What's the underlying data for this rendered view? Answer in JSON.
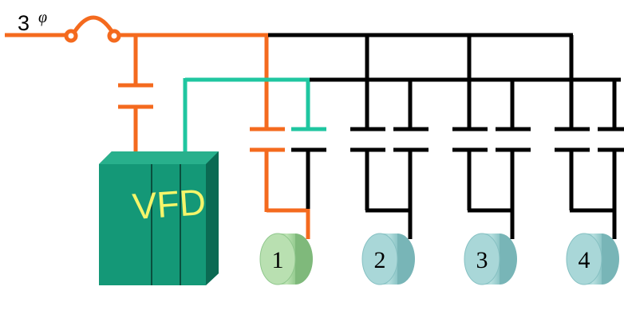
{
  "supply": {
    "label": "3",
    "symbol": "φ"
  },
  "drive": {
    "label": "VFD"
  },
  "motors": [
    {
      "number": "1",
      "state": "on-vfd"
    },
    {
      "number": "2",
      "state": "idle"
    },
    {
      "number": "3",
      "state": "idle"
    },
    {
      "number": "4",
      "state": "idle"
    }
  ],
  "colors": {
    "line_power": "#f46a1e",
    "vfd_output": "#1fc6a0",
    "bus": "#000000",
    "vfd_body": "#149877",
    "vfd_text": "#f5f56a",
    "motor_active": "#a7d6a2",
    "motor_idle": "#9fd1d1"
  }
}
